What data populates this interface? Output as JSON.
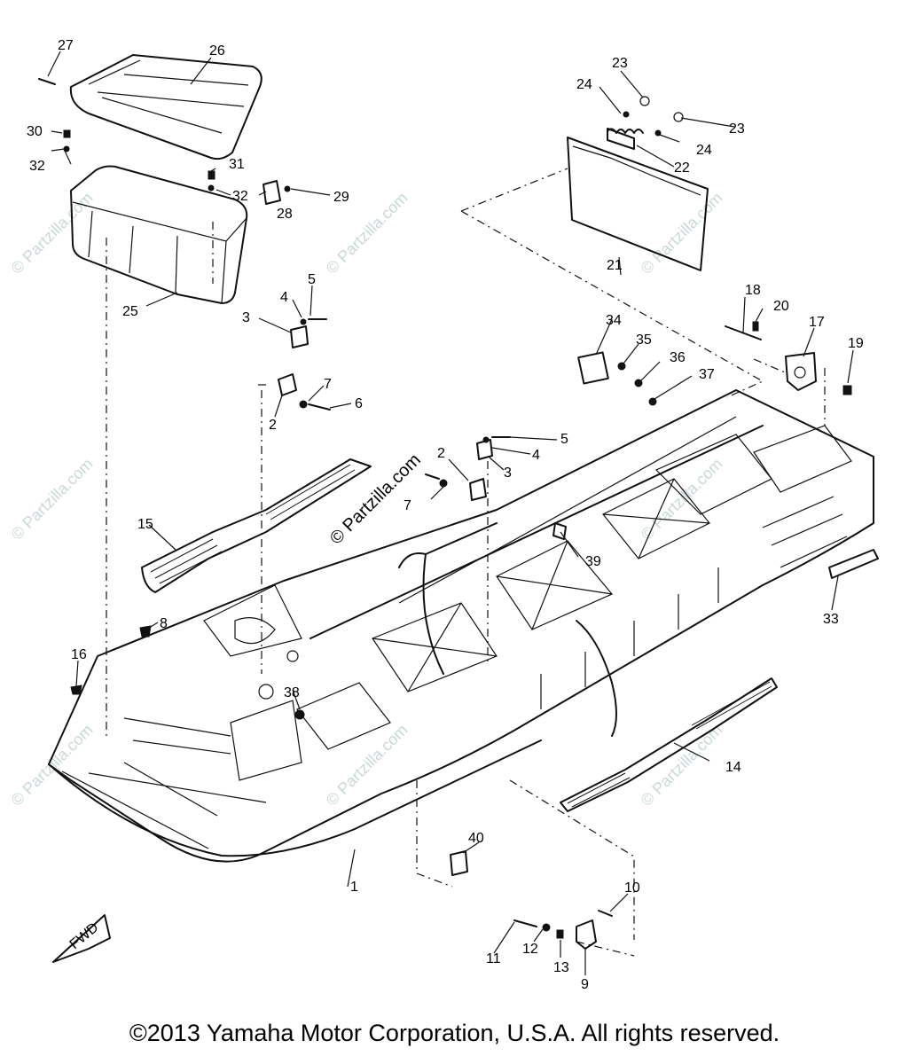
{
  "diagram": {
    "part_numbers": [
      "1",
      "2",
      "3",
      "4",
      "5",
      "6",
      "7",
      "8",
      "9",
      "10",
      "11",
      "12",
      "13",
      "14",
      "15",
      "16",
      "17",
      "18",
      "19",
      "20",
      "21",
      "22",
      "23",
      "24",
      "25",
      "26",
      "27",
      "28",
      "29",
      "30",
      "31",
      "32",
      "33",
      "34",
      "35",
      "36",
      "37",
      "38",
      "39",
      "40"
    ],
    "fwd_label": "FWD",
    "watermark": "© Partzilla.com"
  },
  "copyright": "©2013 Yamaha Motor Corporation, U.S.A. All rights reserved."
}
